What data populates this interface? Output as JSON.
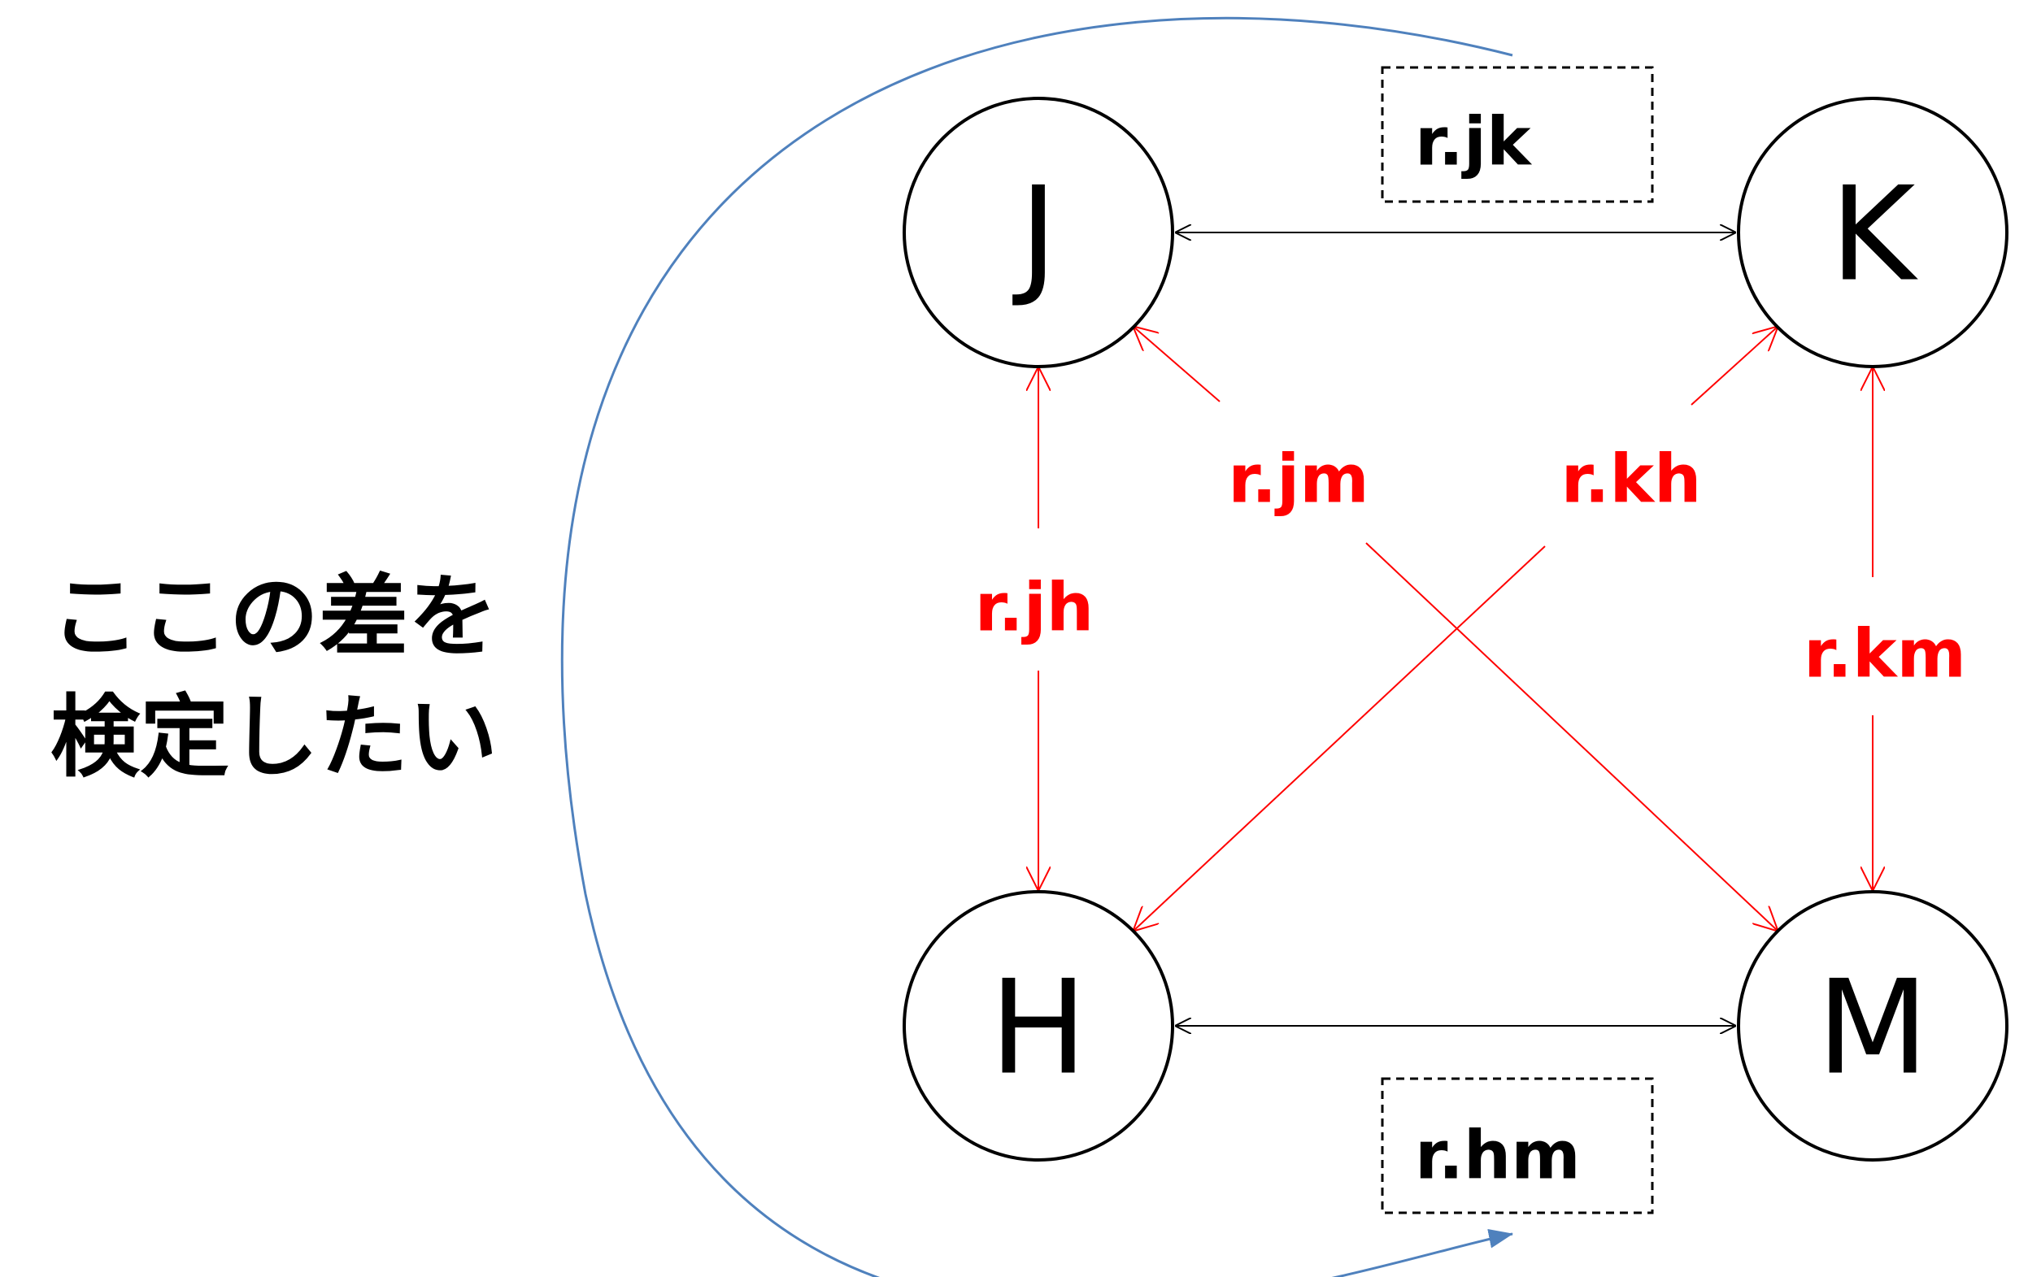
{
  "nodes": [
    {
      "id": "J",
      "label": "J"
    },
    {
      "id": "K",
      "label": "K"
    },
    {
      "id": "H",
      "label": "H"
    },
    {
      "id": "M",
      "label": "M"
    }
  ],
  "edges": {
    "jk": {
      "label": "r.jk",
      "from": "J",
      "to": "K",
      "color": "#000000",
      "boxed": true
    },
    "hm": {
      "label": "r.hm",
      "from": "H",
      "to": "M",
      "color": "#000000",
      "boxed": true
    },
    "jh": {
      "label": "r.jh",
      "from": "J",
      "to": "H",
      "color": "#ff0000",
      "boxed": false
    },
    "km": {
      "label": "r.km",
      "from": "K",
      "to": "M",
      "color": "#ff0000",
      "boxed": false
    },
    "jm": {
      "label": "r.jm",
      "from": "J",
      "to": "M",
      "color": "#ff0000",
      "boxed": false
    },
    "kh": {
      "label": "r.kh",
      "from": "K",
      "to": "H",
      "color": "#ff0000",
      "boxed": false
    }
  },
  "comparison_arrow": {
    "from": "jk",
    "to": "hm",
    "color": "#4f81bd"
  },
  "note": {
    "line1": "ここの差を",
    "line2": "検定したい"
  },
  "colors": {
    "black": "#000000",
    "red": "#ff0000",
    "blue": "#4f81bd"
  }
}
